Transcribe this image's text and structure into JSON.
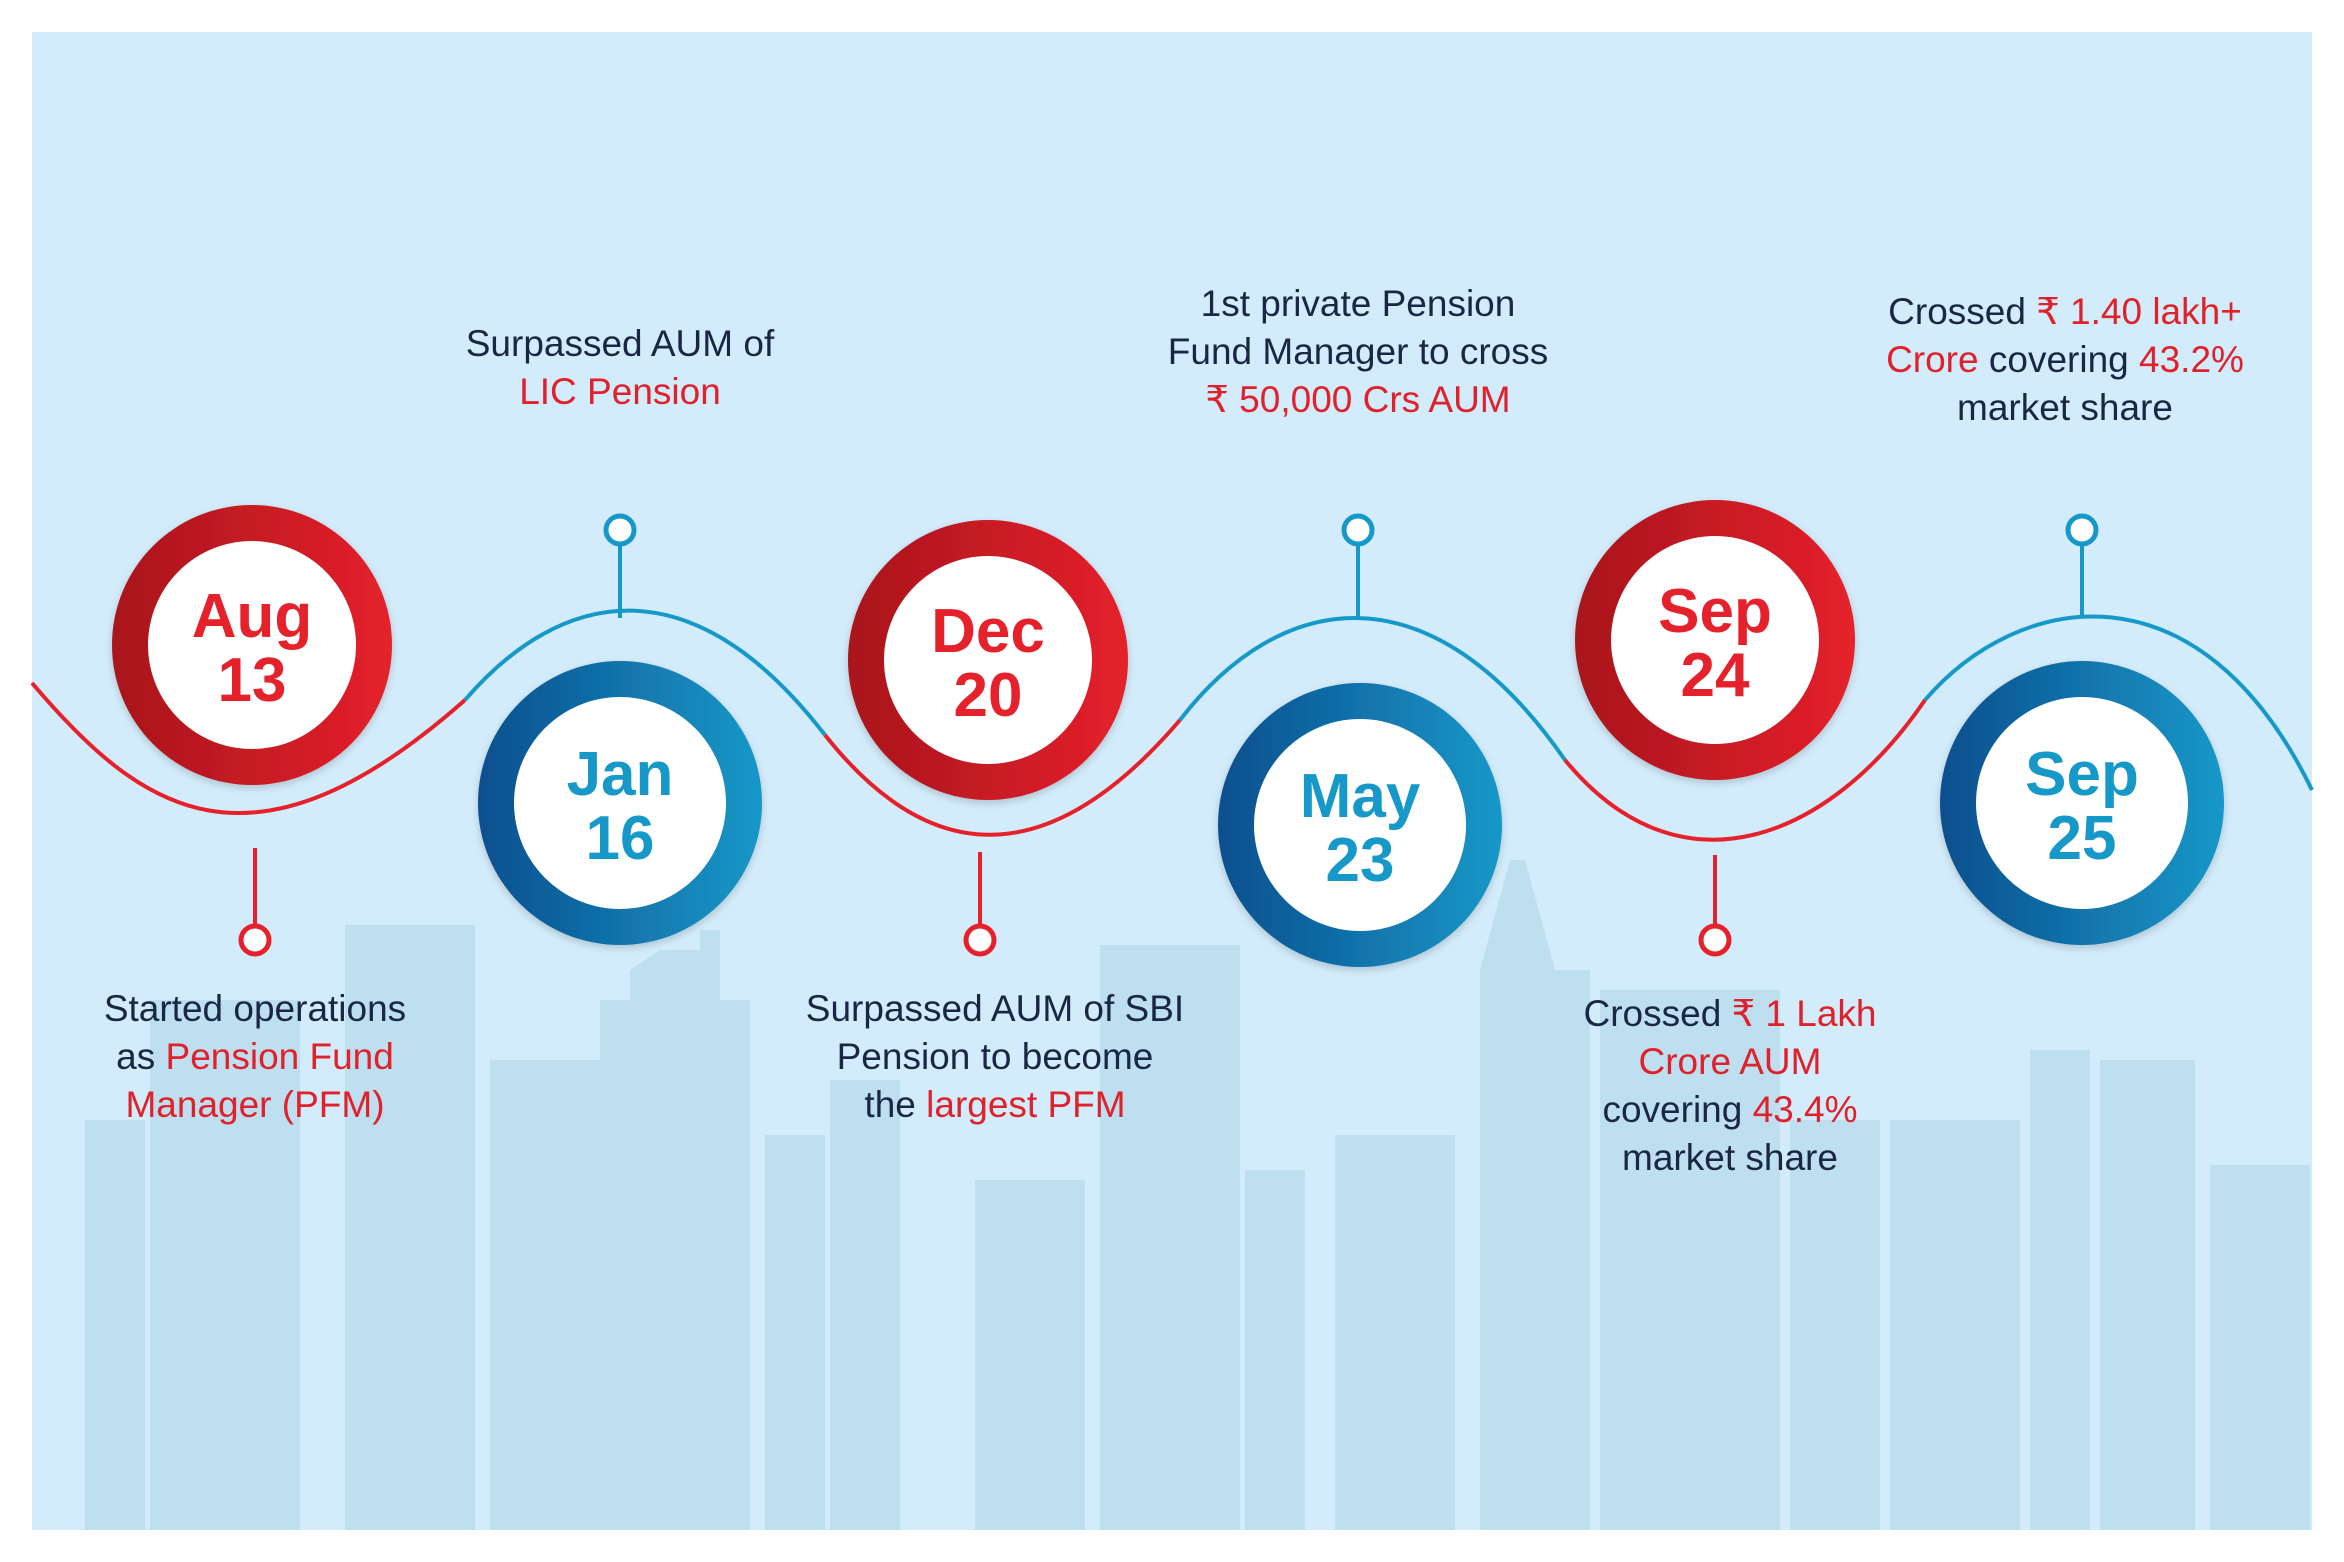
{
  "colors": {
    "background": "#d3ecfb",
    "skyline": "#bedff0",
    "red_dark": "#a8151c",
    "red": "#e5212b",
    "blue_dark": "#0d4f8e",
    "blue": "#1698c8",
    "text": "#1a2744",
    "highlight": "#e0202a"
  },
  "milestones": [
    {
      "id": "aug-13",
      "month": "Aug",
      "year": "13",
      "theme": "red",
      "text_position": "below",
      "text": [
        {
          "t": "Started operations"
        },
        {
          "t": "as "
        },
        {
          "t": "Pension Fund",
          "hl": true
        },
        {
          "t": "Manager (PFM)",
          "hl": true
        }
      ]
    },
    {
      "id": "jan-16",
      "month": "Jan",
      "year": "16",
      "theme": "blue",
      "text_position": "above",
      "text": [
        {
          "t": "Surpassed AUM of"
        },
        {
          "t": "LIC Pension",
          "hl": true
        }
      ]
    },
    {
      "id": "dec-20",
      "month": "Dec",
      "year": "20",
      "theme": "red",
      "text_position": "below",
      "text": [
        {
          "t": "Surpassed AUM of SBI"
        },
        {
          "t": "Pension to become"
        },
        {
          "t": "the "
        },
        {
          "t": "largest PFM",
          "hl": true
        }
      ]
    },
    {
      "id": "may-23",
      "month": "May",
      "year": "23",
      "theme": "blue",
      "text_position": "above",
      "text": [
        {
          "t": "1st private Pension"
        },
        {
          "t": "Fund Manager to cross"
        },
        {
          "t": "₹ 50,000 Crs AUM",
          "hl": true
        }
      ]
    },
    {
      "id": "sep-24",
      "month": "Sep",
      "year": "24",
      "theme": "red",
      "text_position": "below",
      "text": [
        {
          "t": "Crossed "
        },
        {
          "t": "₹ 1 Lakh",
          "hl": true
        },
        {
          "t": "Crore AUM",
          "hl": true
        },
        {
          "t": "covering "
        },
        {
          "t": "43.4%",
          "hl": true
        },
        {
          "t": "market share"
        }
      ]
    },
    {
      "id": "sep-25",
      "month": "Sep",
      "year": "25",
      "theme": "blue",
      "text_position": "above",
      "text": [
        {
          "t": "Crossed "
        },
        {
          "t": "₹ 1.40 lakh+",
          "hl": true
        },
        {
          "t": "Crore",
          "hl": true
        },
        {
          "t": " covering "
        },
        {
          "t": "43.2%",
          "hl": true
        },
        {
          "t": "market share"
        }
      ]
    }
  ]
}
